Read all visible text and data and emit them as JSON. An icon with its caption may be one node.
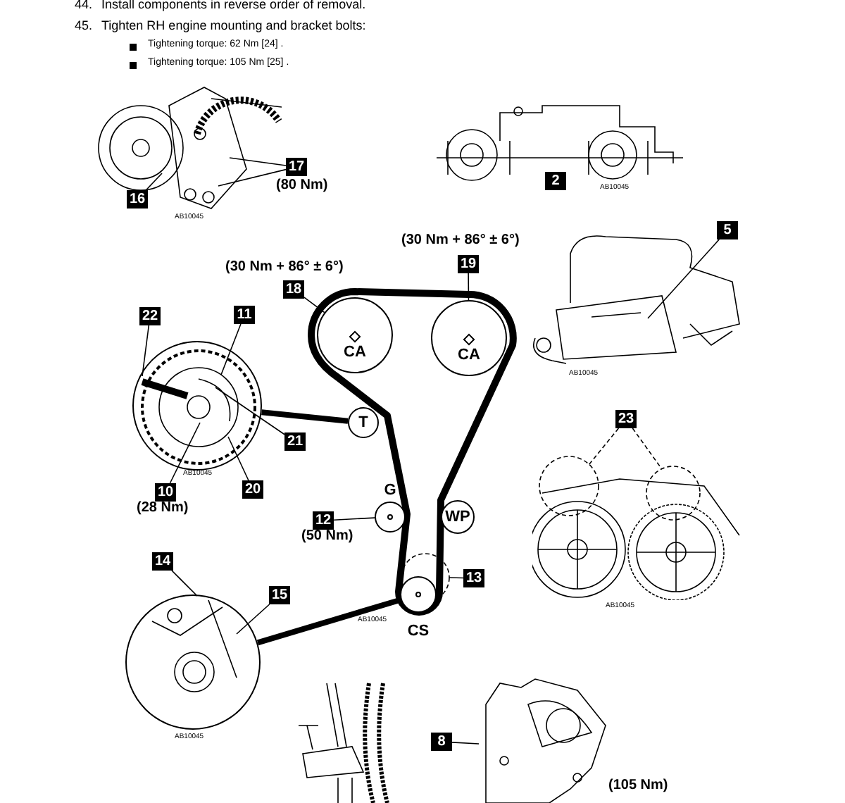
{
  "diagram": {
    "nodes": [
      {
        "text": [
          "17"
        ],
        "beside": [
          "(80 Nm)"
        ]
      },
      {
        "text": [
          "16"
        ],
        "in": 25
      },
      {
        "text": [
          "2"
        ]
      },
      {
        "text": [
          "5"
        ]
      },
      {
        "text": [
          "18"
        ],
        "beside": [
          "(30 Nm + 86° ± 6°)"
        ]
      },
      {
        "text": [
          "19"
        ],
        "beside": [
          "(30 Nm + 86° ± 6°)"
        ]
      },
      {
        "text": [
          "22"
        ]
      },
      {
        "text": [
          "11"
        ]
      },
      {
        "text": [
          "CA"
        ]
      },
      {
        "text": [
          "CA"
        ]
      },
      {
        "text": [
          "T"
        ]
      },
      {
        "text": [
          "21"
        ]
      },
      {
        "text": [
          "10"
        ],
        "beside": [
          "(28 Nm)"
        ]
      },
      {
        "text": [
          "20"
        ]
      },
      {
        "text": [
          "23"
        ]
      },
      {
        "text": [
          "G"
        ]
      },
      {
        "text": [
          "12"
        ],
        "beside": [
          "(50 Nm)"
        ]
      },
      {
        "text": [
          "WP"
        ]
      },
      {
        "text": [
          "14"
        ]
      },
      {
        "text": [
          "15"
        ]
      },
      {
        "text": [
          "13"
        ]
      },
      {
        "text": [
          "CS"
        ]
      },
      {
        "text": [
          "8"
        ]
      },
      {
        "text": [],
        "shape": "picture",
        "beside": [
          "AB10045"
        ]
      },
      {
        "text": [],
        "shape": "picture",
        "beside": [
          "AB10045"
        ]
      },
      {
        "text": [],
        "shape": "picture",
        "beside": [
          "AB10045"
        ]
      },
      {
        "text": [],
        "shape": "picture",
        "beside": [
          "AB10045"
        ]
      },
      {
        "text": [],
        "shape": "picture",
        "beside": [
          "AB10045"
        ]
      },
      {
        "text": [],
        "shape": "picture"
      }
    ],
    "edges": [
      {
        "from": 0,
        "to": 25,
        "arrow": "none"
      },
      {
        "from": 0,
        "to": 25,
        "arrow": "none"
      },
      {
        "from": 1,
        "to": 25,
        "arrow": "none"
      },
      {
        "from": 3,
        "to": 26,
        "arrow": "none"
      },
      {
        "from": 4,
        "to": 8,
        "arrow": "none"
      },
      {
        "from": 5,
        "to": 9,
        "arrow": "none"
      },
      {
        "from": 6,
        "to": 23,
        "arrow": "none"
      },
      {
        "from": 7,
        "to": 23,
        "arrow": "none"
      },
      {
        "from": 11,
        "to": 23,
        "arrow": "none"
      },
      {
        "from": 12,
        "to": 23,
        "arrow": "none"
      },
      {
        "from": 13,
        "to": 23,
        "arrow": "none"
      },
      {
        "from": 14,
        "to": 27,
        "arrow": "none",
        "style": "dashed"
      },
      {
        "from": 14,
        "to": 27,
        "arrow": "none",
        "style": "dashed"
      },
      {
        "from": 16,
        "to": 15,
        "arrow": "none"
      },
      {
        "from": 20,
        "to": null,
        "arrow": "none"
      },
      {
        "from": 18,
        "to": 24,
        "arrow": "none"
      },
      {
        "from": 19,
        "to": 24,
        "arrow": "none"
      },
      {
        "from": 10,
        "to": 23,
        "arrow": "none",
        "style": "thick"
      },
      {
        "from": 24,
        "to": 21,
        "arrow": "none",
        "style": "thick"
      },
      {
        "from": 22,
        "to": 28,
        "arrow": "none"
      }
    ],
    "labels": [
      "44.",
      "Install components in reverse order of removal.",
      "45.",
      "Tighten RH engine mounting and bracket bolts:",
      "Tightening torque: 62 Nm [24] .",
      "Tightening torque: 105 Nm [25] .",
      "AB10045",
      "AB10045",
      "(105 Nm)"
    ]
  }
}
